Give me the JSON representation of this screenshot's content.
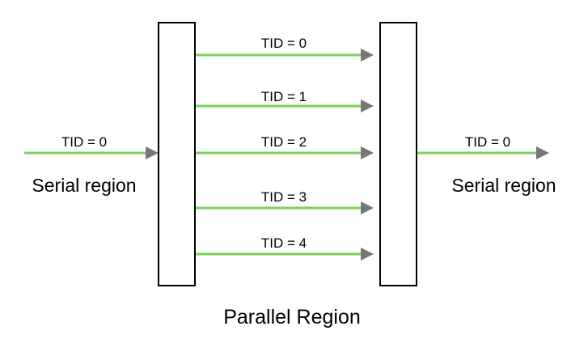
{
  "colors": {
    "arrow_line": "#7cd35a",
    "arrow_head": "#777777",
    "box_border": "#000000",
    "text": "#000000"
  },
  "left": {
    "tid": "TID = 0",
    "label": "Serial region"
  },
  "threads": [
    {
      "tid": "TID = 0"
    },
    {
      "tid": "TID = 1"
    },
    {
      "tid": "TID = 2"
    },
    {
      "tid": "TID = 3"
    },
    {
      "tid": "TID = 4"
    }
  ],
  "right": {
    "tid": "TID = 0",
    "label": "Serial region"
  },
  "title": "Parallel Region"
}
